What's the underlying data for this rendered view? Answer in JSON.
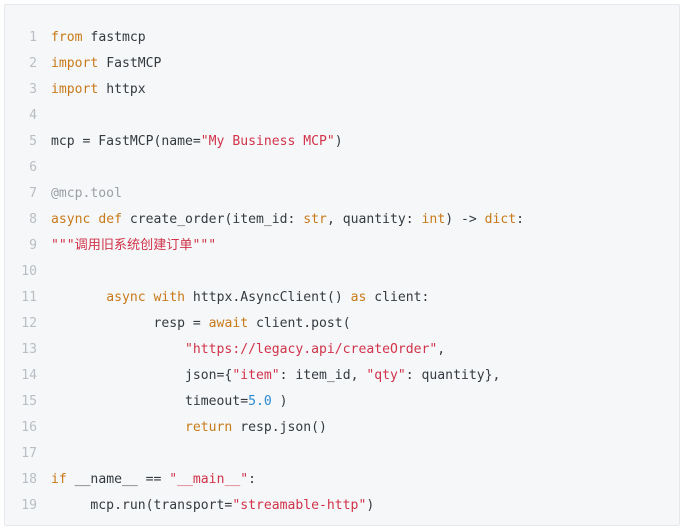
{
  "code": {
    "line_numbers": [
      "1",
      "2",
      "3",
      "4",
      "5",
      "6",
      "7",
      "8",
      "9",
      "10",
      "11",
      "12",
      "13",
      "14",
      "15",
      "16",
      "17",
      "18",
      "19"
    ],
    "lines": [
      [
        {
          "t": "kw",
          "v": "from"
        },
        {
          "t": "plain",
          "v": " fastmcp"
        }
      ],
      [
        {
          "t": "kw",
          "v": "import"
        },
        {
          "t": "plain",
          "v": " FastMCP"
        }
      ],
      [
        {
          "t": "kw",
          "v": "import"
        },
        {
          "t": "plain",
          "v": " httpx"
        }
      ],
      [],
      [
        {
          "t": "plain",
          "v": "mcp = FastMCP(name="
        },
        {
          "t": "str",
          "v": "\"My Business MCP\""
        },
        {
          "t": "plain",
          "v": ")"
        }
      ],
      [],
      [
        {
          "t": "dec",
          "v": "@mcp.tool"
        }
      ],
      [
        {
          "t": "kw",
          "v": "async"
        },
        {
          "t": "plain",
          "v": " "
        },
        {
          "t": "kw",
          "v": "def"
        },
        {
          "t": "plain",
          "v": " create_order(item_id: "
        },
        {
          "t": "kw",
          "v": "str"
        },
        {
          "t": "plain",
          "v": ", quantity: "
        },
        {
          "t": "kw",
          "v": "int"
        },
        {
          "t": "plain",
          "v": ") -> "
        },
        {
          "t": "kw",
          "v": "dict"
        },
        {
          "t": "plain",
          "v": ":"
        }
      ],
      [
        {
          "t": "str",
          "v": "\"\"\"调用旧系统创建订单\"\"\""
        }
      ],
      [],
      [
        {
          "t": "plain",
          "v": "       "
        },
        {
          "t": "kw",
          "v": "async"
        },
        {
          "t": "plain",
          "v": " "
        },
        {
          "t": "kw",
          "v": "with"
        },
        {
          "t": "plain",
          "v": " httpx.AsyncClient() "
        },
        {
          "t": "kw",
          "v": "as"
        },
        {
          "t": "plain",
          "v": " client:"
        }
      ],
      [
        {
          "t": "plain",
          "v": "             resp = "
        },
        {
          "t": "kw",
          "v": "await"
        },
        {
          "t": "plain",
          "v": " client.post("
        }
      ],
      [
        {
          "t": "plain",
          "v": "                 "
        },
        {
          "t": "str",
          "v": "\"https://legacy.api/createOrder\""
        },
        {
          "t": "plain",
          "v": ","
        }
      ],
      [
        {
          "t": "plain",
          "v": "                 json={"
        },
        {
          "t": "str",
          "v": "\"item\""
        },
        {
          "t": "plain",
          "v": ": item_id, "
        },
        {
          "t": "str",
          "v": "\"qty\""
        },
        {
          "t": "plain",
          "v": ": quantity},"
        }
      ],
      [
        {
          "t": "plain",
          "v": "                 timeout="
        },
        {
          "t": "num",
          "v": "5.0"
        },
        {
          "t": "plain",
          "v": " )"
        }
      ],
      [
        {
          "t": "plain",
          "v": "                 "
        },
        {
          "t": "kw",
          "v": "return"
        },
        {
          "t": "plain",
          "v": " resp.json()"
        }
      ],
      [],
      [
        {
          "t": "kw",
          "v": "if"
        },
        {
          "t": "plain",
          "v": " __name__ == "
        },
        {
          "t": "str",
          "v": "\"__main__\""
        },
        {
          "t": "plain",
          "v": ":"
        }
      ],
      [
        {
          "t": "plain",
          "v": "     mcp.run(transport="
        },
        {
          "t": "str",
          "v": "\"streamable-http\""
        },
        {
          "t": "plain",
          "v": ")"
        }
      ]
    ]
  },
  "colors": {
    "background": "#f6f7f8",
    "keyword": "#c87a1a",
    "string": "#d0334a",
    "number": "#2a8ad0",
    "decorator": "#9aa0a6",
    "line_number": "#b8bec4",
    "text": "#333a40"
  }
}
